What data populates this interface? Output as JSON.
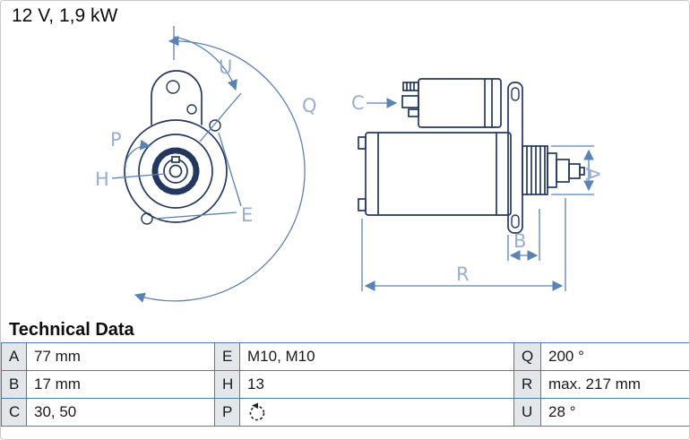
{
  "header": {
    "title": "12 V, 1,9 kW"
  },
  "drawing": {
    "description": "starter-motor-technical-drawing",
    "labels": {
      "U": "U",
      "Q": "Q",
      "P": "P",
      "H": "H",
      "E": "E",
      "C": "C",
      "A": "A",
      "B": "B",
      "R": "R"
    }
  },
  "technical_data": {
    "heading": "Technical Data",
    "rows": [
      [
        {
          "key": "A",
          "value": "77 mm"
        },
        {
          "key": "E",
          "value": "M10, M10"
        },
        {
          "key": "Q",
          "value": "200 °"
        }
      ],
      [
        {
          "key": "B",
          "value": "17 mm"
        },
        {
          "key": "H",
          "value": "13"
        },
        {
          "key": "R",
          "value": "max. 217 mm"
        }
      ],
      [
        {
          "key": "C",
          "value": "30, 50"
        },
        {
          "key": "P",
          "value": "",
          "icon": "rotation-direction-icon"
        },
        {
          "key": "U",
          "value": "28 °"
        }
      ]
    ]
  },
  "colors": {
    "ink": "#24385e",
    "dimension": "#5b82b4",
    "dim_label": "#9aaecf",
    "table_border": "#4f7cb0",
    "key_cell_bg": "#e4e7ea"
  }
}
